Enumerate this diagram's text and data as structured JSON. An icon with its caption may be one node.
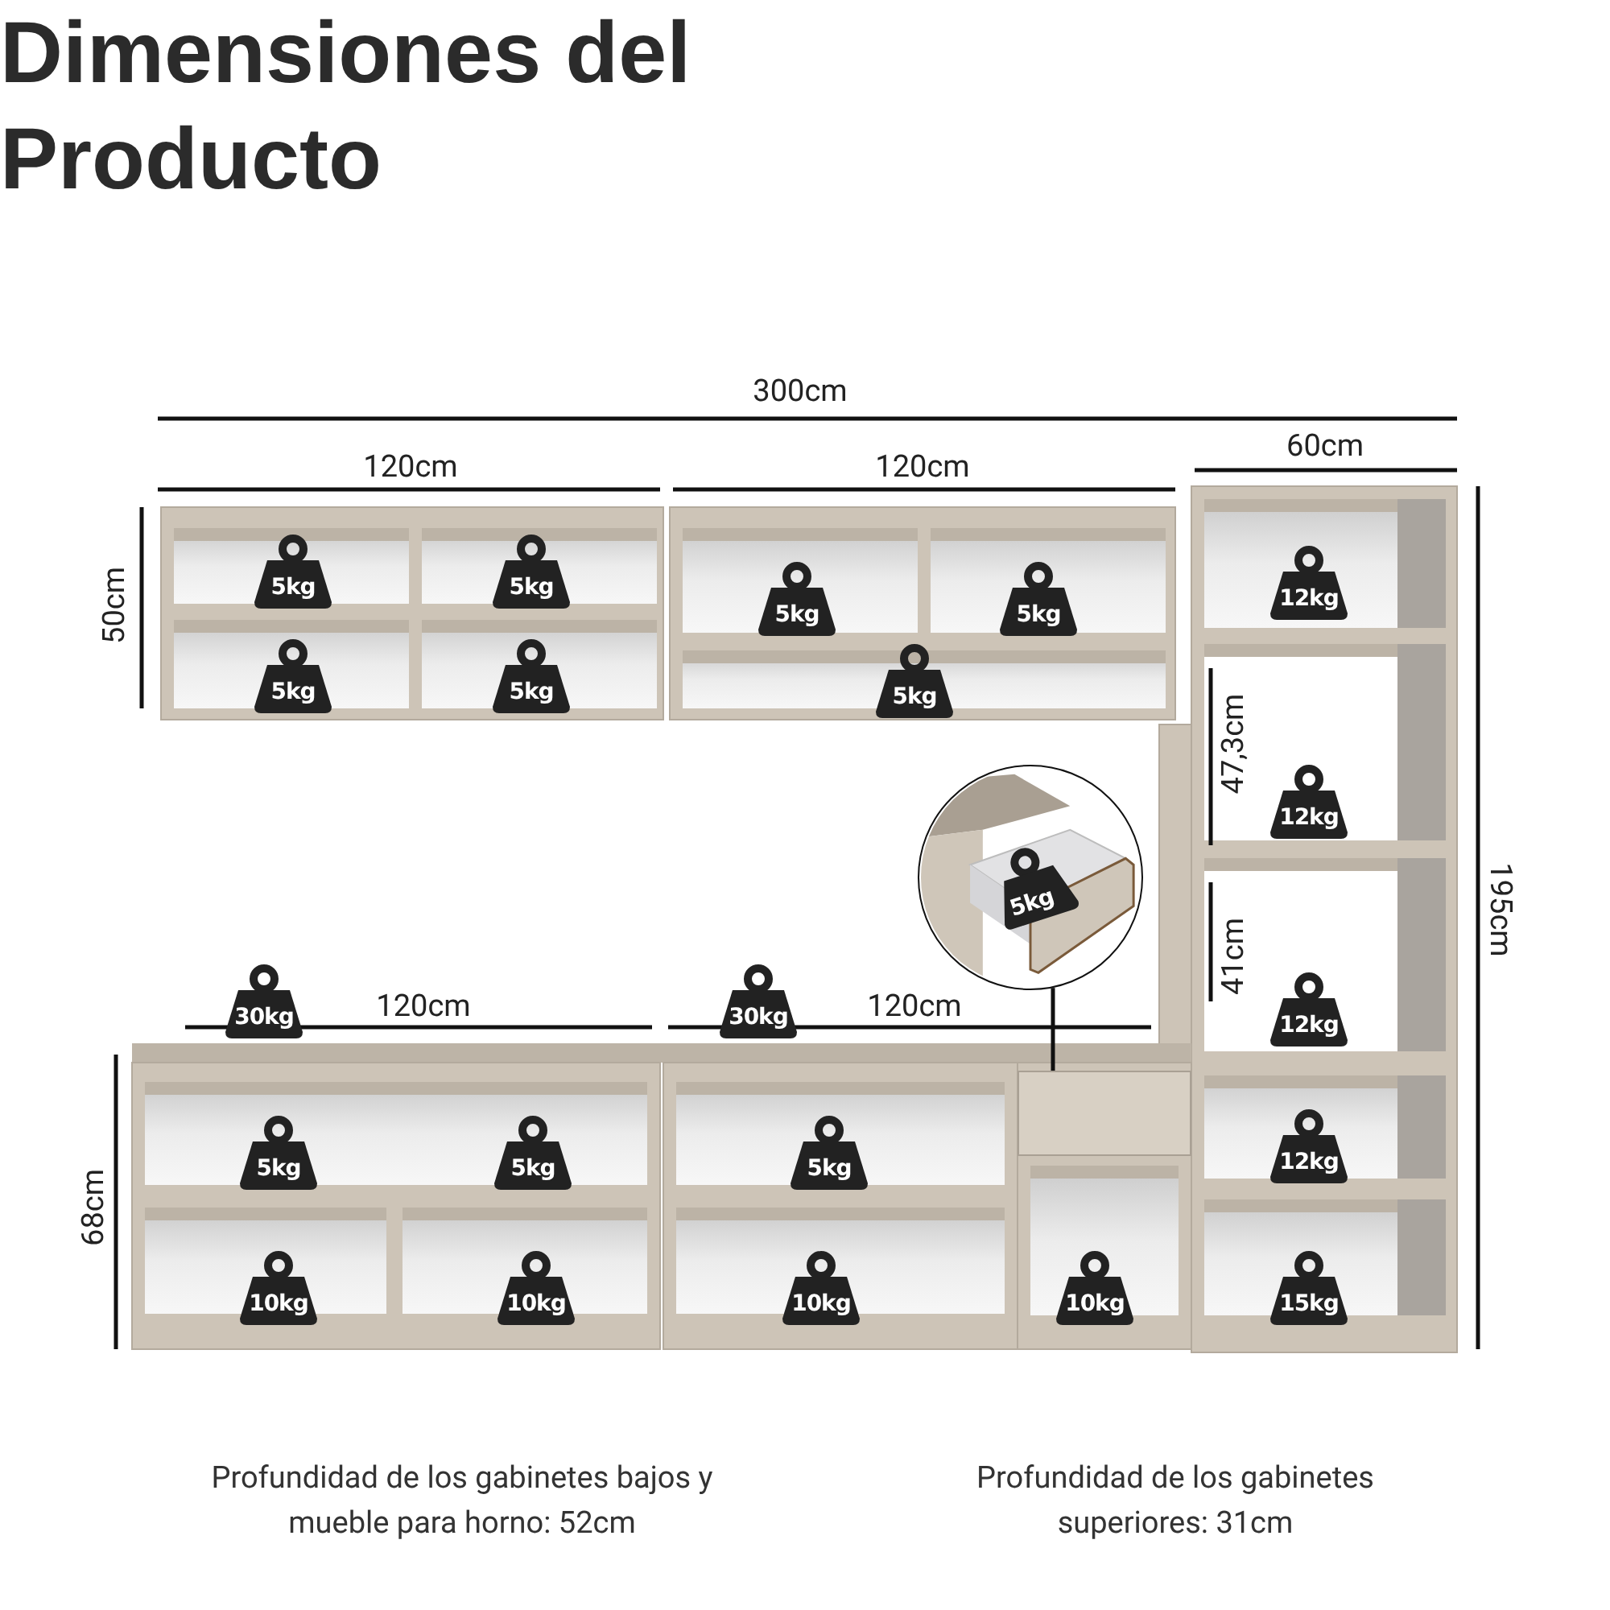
{
  "diagram": {
    "title": "Dimensiones del Producto",
    "nodes": [
      {
        "text": [
          "5kg"
        ]
      },
      {
        "text": [
          "5kg"
        ]
      },
      {
        "text": [
          "5kg"
        ]
      },
      {
        "text": [
          "5kg"
        ]
      },
      {
        "text": [
          "5kg"
        ]
      },
      {
        "text": [
          "5kg"
        ]
      },
      {
        "text": [
          "5kg"
        ]
      },
      {
        "text": [
          "12kg"
        ]
      },
      {
        "text": [
          "12kg"
        ]
      },
      {
        "text": [],
        "shape": "picture"
      },
      {
        "text": [
          "5kg"
        ],
        "in": 9
      },
      {
        "text": [
          "12kg"
        ]
      },
      {
        "text": [
          "30kg"
        ]
      },
      {
        "text": [
          "30kg"
        ]
      },
      {
        "text": [],
        "shape": "box"
      },
      {
        "text": [
          "12kg"
        ]
      },
      {
        "text": [
          "5kg"
        ]
      },
      {
        "text": [
          "5kg"
        ]
      },
      {
        "text": [
          "5kg"
        ]
      },
      {
        "text": [
          "10kg"
        ]
      },
      {
        "text": [
          "10kg"
        ]
      },
      {
        "text": [
          "10kg"
        ]
      },
      {
        "text": [
          "10kg"
        ]
      },
      {
        "text": [
          "15kg"
        ]
      }
    ],
    "edges": [
      {
        "from": 9,
        "to": 14,
        "arrow": "none"
      }
    ],
    "labels": [
      "300cm",
      "120cm",
      "120cm",
      "60cm",
      "50cm",
      "47,3cm",
      "41cm",
      "195cm",
      "120cm",
      "120cm",
      "68cm",
      "Profundidad de los gabinetes bajos y mueble para horno: 52cm",
      "Profundidad de los gabinetes superiores: 31cm"
    ]
  }
}
